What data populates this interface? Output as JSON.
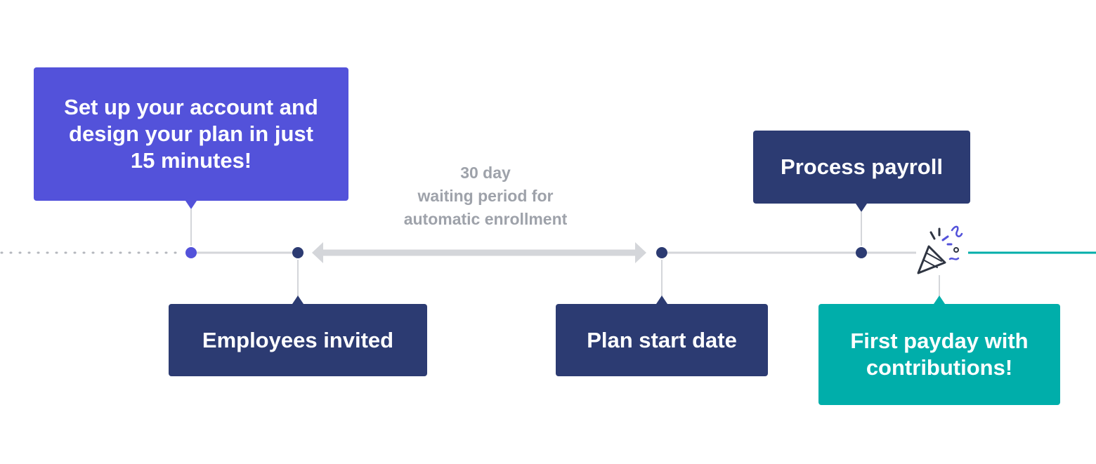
{
  "colors": {
    "purple": "#5352da",
    "navy": "#2c3b72",
    "teal": "#00aeaa",
    "line_gray": "#d4d6da",
    "dot_gray": "#b4b7bd",
    "label_gray": "#9ea2aa"
  },
  "steps": {
    "setup": {
      "lines": [
        "Set up your account and",
        "design your plan in just",
        "15 minutes!"
      ]
    },
    "invited": {
      "label": "Employees invited"
    },
    "waiting": {
      "lines": [
        "30 day",
        "waiting period for",
        "automatic enrollment"
      ]
    },
    "start": {
      "label": "Plan start date"
    },
    "payroll": {
      "label": "Process payroll"
    },
    "payday": {
      "lines": [
        "First payday with",
        "contributions!"
      ]
    }
  },
  "icons": {
    "celebration": "party-popper-icon"
  }
}
